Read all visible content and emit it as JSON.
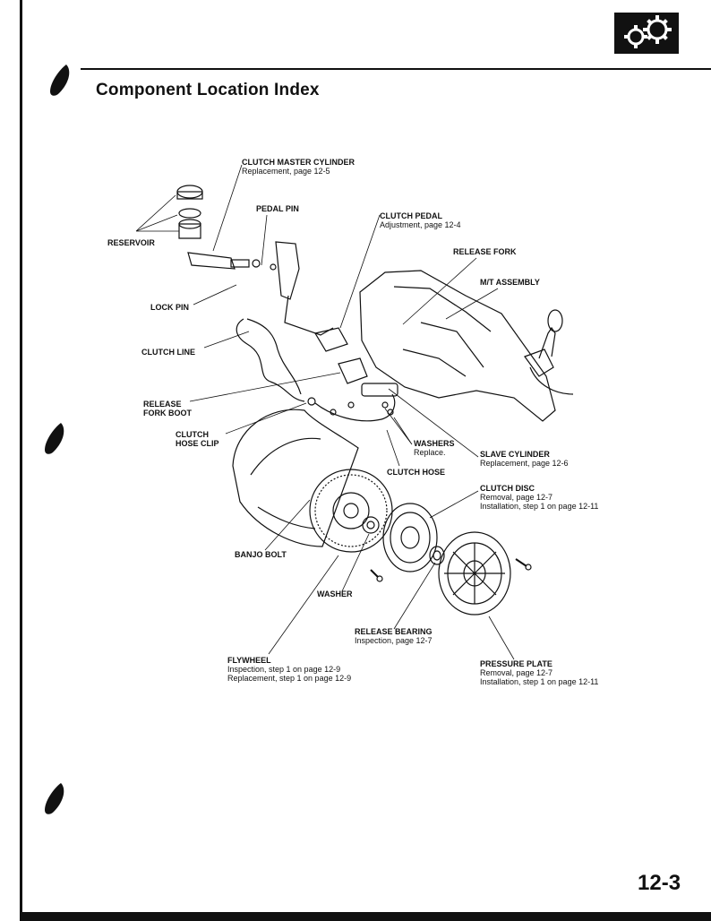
{
  "page": {
    "title": "Component Location Index",
    "page_number": "12-3"
  },
  "section_icon": "gear-pair-icon",
  "labels": {
    "clutch_master_cylinder": {
      "name": "CLUTCH MASTER CYLINDER",
      "lines": [
        "Replacement, page 12-5"
      ]
    },
    "pedal_pin": {
      "name": "PEDAL PIN",
      "lines": []
    },
    "clutch_pedal": {
      "name": "CLUTCH PEDAL",
      "lines": [
        "Adjustment, page 12-4"
      ]
    },
    "reservoir": {
      "name": "RESERVOIR",
      "lines": []
    },
    "release_fork": {
      "name": "RELEASE FORK",
      "lines": []
    },
    "mt_assembly": {
      "name": "M/T ASSEMBLY",
      "lines": []
    },
    "lock_pin": {
      "name": "LOCK PIN",
      "lines": []
    },
    "clutch_line": {
      "name": "CLUTCH LINE",
      "lines": []
    },
    "release_fork_boot": {
      "name": "RELEASE FORK BOOT",
      "lines": []
    },
    "clutch_hose_clip": {
      "name": "CLUTCH HOSE CLIP",
      "lines": []
    },
    "washers": {
      "name": "WASHERS",
      "lines": [
        "Replace."
      ]
    },
    "slave_cylinder": {
      "name": "SLAVE CYLINDER",
      "lines": [
        "Replacement, page 12-6"
      ]
    },
    "clutch_hose": {
      "name": "CLUTCH HOSE",
      "lines": []
    },
    "clutch_disc": {
      "name": "CLUTCH DISC",
      "lines": [
        "Removal, page 12-7",
        "Installation, step 1 on page 12-11"
      ]
    },
    "banjo_bolt": {
      "name": "BANJO BOLT",
      "lines": []
    },
    "washer": {
      "name": "WASHER",
      "lines": []
    },
    "release_bearing": {
      "name": "RELEASE BEARING",
      "lines": [
        "Inspection, page 12-7"
      ]
    },
    "flywheel": {
      "name": "FLYWHEEL",
      "lines": [
        "Inspection, step 1 on page 12-9",
        "Replacement, step 1 on page 12-9"
      ]
    },
    "pressure_plate": {
      "name": "PRESSURE PLATE",
      "lines": [
        "Removal, page 12-7",
        "Installation, step 1 on page 12-11"
      ]
    }
  }
}
